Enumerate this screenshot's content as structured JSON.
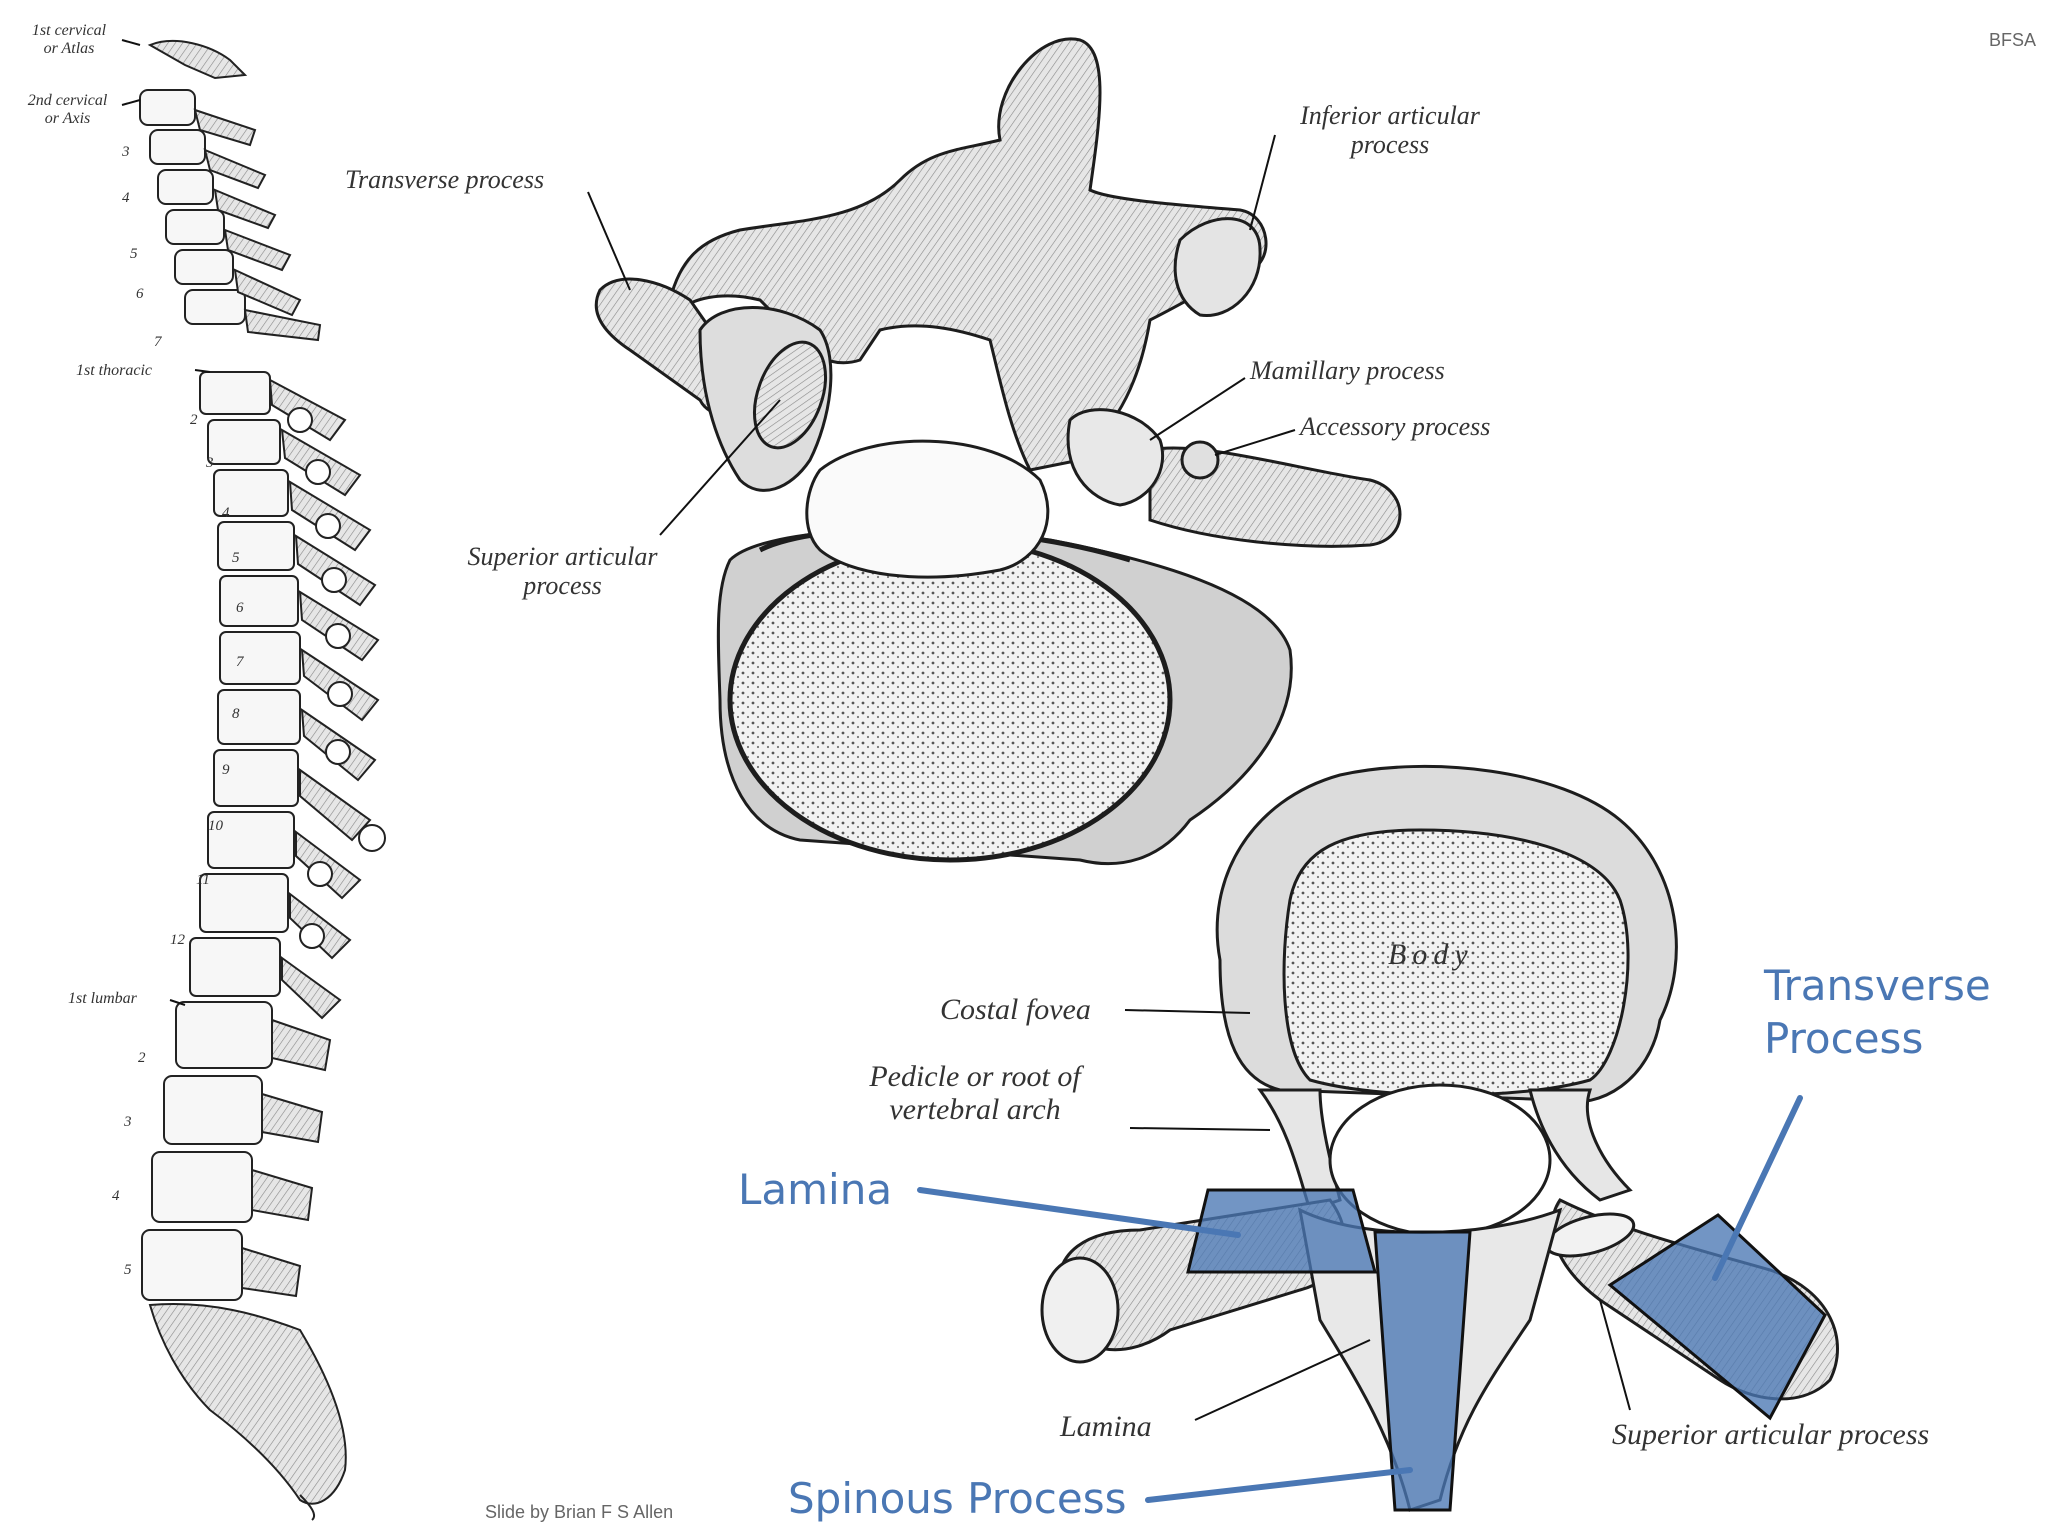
{
  "corner_tag": "BFSA",
  "credit": "Slide by Brian F S Allen",
  "spine": {
    "atlas": [
      "1st cervical",
      "or Atlas"
    ],
    "axis": [
      "2nd cervical",
      "or Axis"
    ],
    "cervical_numbers": [
      "3",
      "4",
      "5",
      "6",
      "7"
    ],
    "thoracic_label": "1st thoracic",
    "thoracic_numbers": [
      "2",
      "3",
      "4",
      "5",
      "6",
      "7",
      "8",
      "9",
      "10",
      "11",
      "12"
    ],
    "lumbar_label": "1st lumbar",
    "lumbar_numbers": [
      "2",
      "3",
      "4",
      "5"
    ]
  },
  "lumbar_vertebra": {
    "transverse_process": "Transverse process",
    "inferior_articular": [
      "Inferior articular",
      "process"
    ],
    "mamillary_process": "Mamillary process",
    "accessory_process": "Accessory process",
    "superior_articular": [
      "Superior articular",
      "process"
    ]
  },
  "thoracic_vertebra": {
    "body": "Body",
    "costal_fovea": "Costal fovea",
    "pedicle": [
      "Pedicle or root of",
      "vertebral arch"
    ],
    "lamina": "Lamina",
    "superior_articular": "Superior articular process"
  },
  "highlights": {
    "lamina": "Lamina",
    "transverse": [
      "Transverse",
      "Process"
    ],
    "spinous": "Spinous Process",
    "color": "#4a77b4"
  }
}
